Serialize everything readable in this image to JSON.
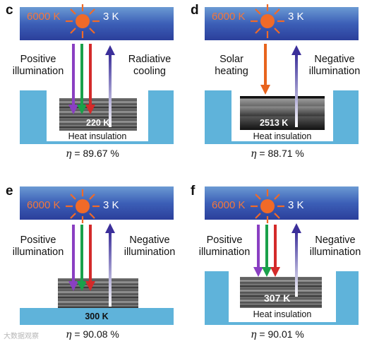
{
  "panels": [
    {
      "letter": "c",
      "hot": "6000 K",
      "cold": "3 K",
      "left_label_1": "Positive",
      "left_label_2": "illumination",
      "right_label_1": "Radiative",
      "right_label_2": "cooling",
      "temperature": "220 K",
      "insulation": "Heat insulation",
      "eta_symbol": "η",
      "eta_text": " = 89.67 %"
    },
    {
      "letter": "d",
      "hot": "6000 K",
      "cold": "3 K",
      "left_label_1": "Solar",
      "left_label_2": "heating",
      "right_label_1": "Negative",
      "right_label_2": "illumination",
      "temperature": "2513 K",
      "insulation": "Heat insulation",
      "eta_symbol": "η",
      "eta_text": " = 88.71 %"
    },
    {
      "letter": "e",
      "hot": "6000 K",
      "cold": "3 K",
      "left_label_1": "Positive",
      "left_label_2": "illumination",
      "right_label_1": "Negative",
      "right_label_2": "illumination",
      "temperature": "300 K",
      "eta_symbol": "η",
      "eta_text": " = 90.08 %"
    },
    {
      "letter": "f",
      "hot": "6000 K",
      "cold": "3 K",
      "left_label_1": "Positive",
      "left_label_2": "illumination",
      "right_label_1": "Negative",
      "right_label_2": "illumination",
      "temperature": "307 K",
      "insulation": "Heat insulation",
      "eta_symbol": "η",
      "eta_text": " = 90.01 %"
    }
  ],
  "watermark": "大数据观察",
  "colors": {
    "violet": "#8a3fc2",
    "green": "#1aa14a",
    "red": "#d42a2a",
    "orange": "#e8641e",
    "indigo": "#3b2f9a",
    "sun": "#f06a28",
    "sky": "#3c5fb7",
    "insulation": "#5fb3da"
  }
}
